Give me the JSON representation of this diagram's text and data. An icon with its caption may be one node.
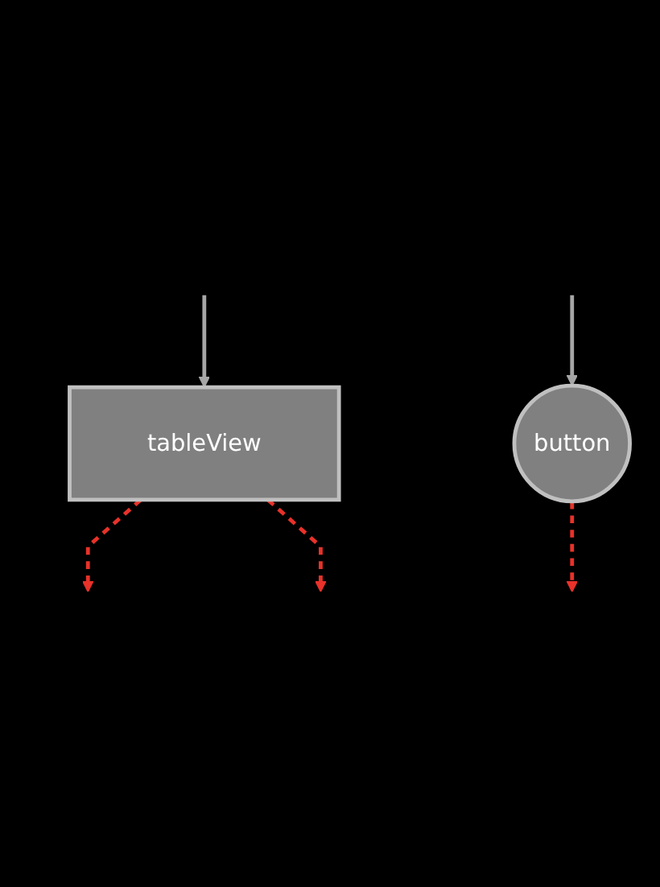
{
  "diagram": {
    "nodes": [
      {
        "text": [
          "tableView"
        ]
      },
      {
        "text": [
          "button"
        ]
      }
    ],
    "edges": [
      {
        "from": null,
        "to": 0,
        "arrow": "to",
        "color": "#a6a6a6"
      },
      {
        "from": null,
        "to": 1,
        "arrow": "to",
        "color": "#a6a6a6"
      },
      {
        "from": 0,
        "to": null,
        "arrow": "to",
        "style": "dashed"
      },
      {
        "from": 0,
        "to": null,
        "arrow": "to",
        "style": "dashed"
      },
      {
        "from": 1,
        "to": null,
        "arrow": "to",
        "style": "dashed"
      }
    ]
  }
}
